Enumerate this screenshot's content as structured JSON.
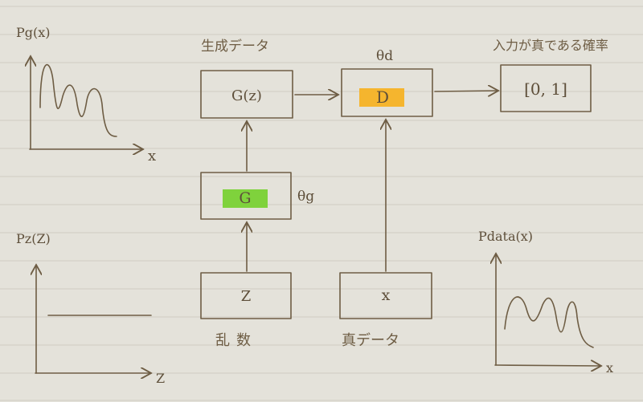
{
  "labels": {
    "generated_data": "生成データ",
    "theta_d": "θd",
    "prob_real": "入力が真である確率",
    "theta_g": "θg",
    "random_numbers": "乱数",
    "real_data": "真データ"
  },
  "boxes": {
    "g_of_z": "G(z)",
    "discriminator": "D",
    "output": "[0, 1]",
    "generator": "G",
    "z": "Z",
    "x": "x"
  },
  "plots": {
    "pg": {
      "title": "Pg(x)",
      "axis": "x"
    },
    "pz": {
      "title": "Pz(Z)",
      "axis": "Z"
    },
    "pdata": {
      "title": "Pdata(x)",
      "axis": "x"
    }
  },
  "colors": {
    "paper": "#e4e2da",
    "ink": "#6e5d44",
    "generator_highlight": "#7fd23c",
    "discriminator_highlight": "#f5b52e"
  }
}
